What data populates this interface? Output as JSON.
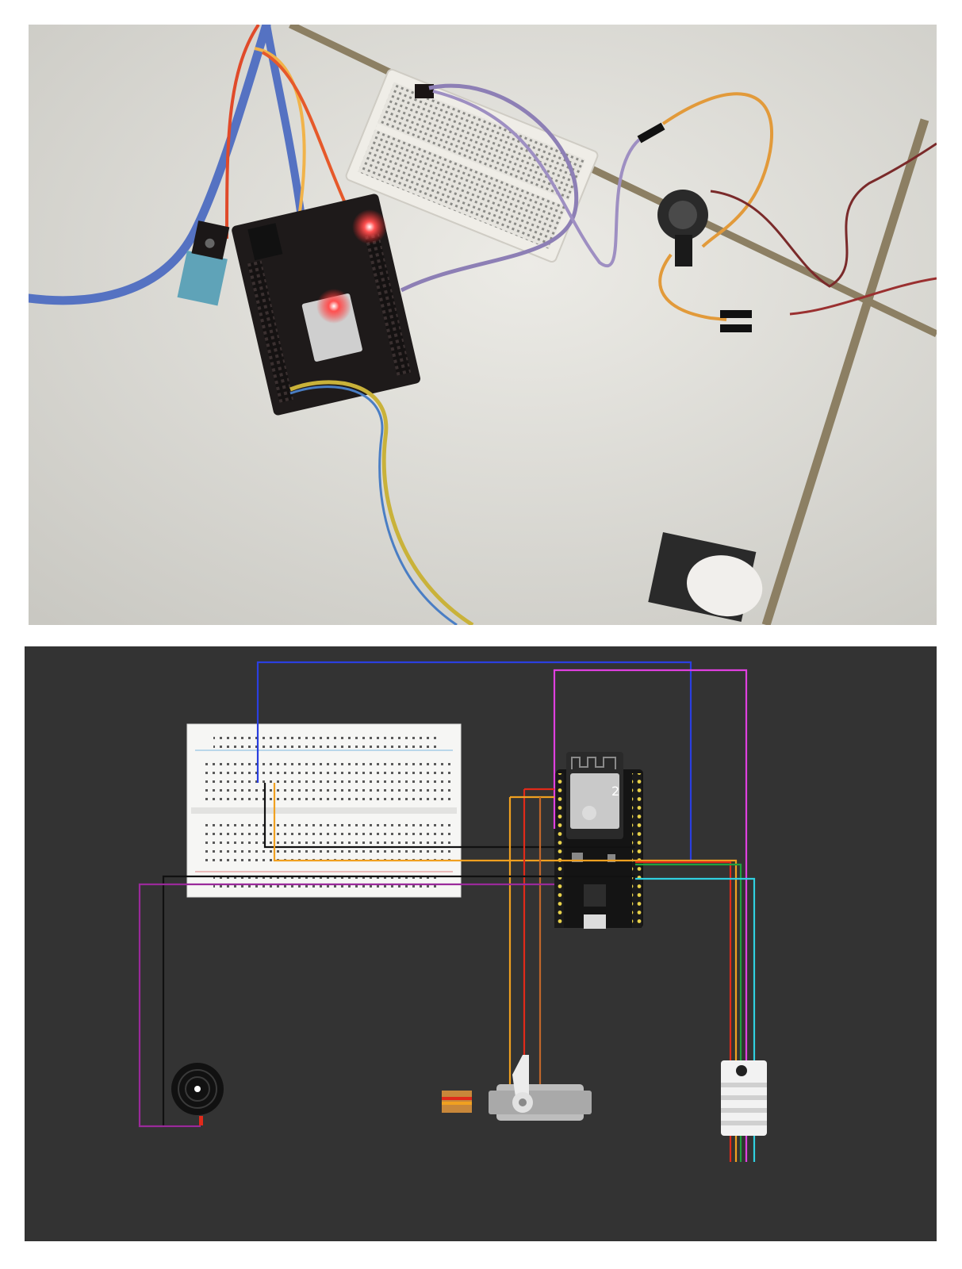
{
  "photo": {
    "description_icon": "photo-icon",
    "colors": {
      "floor": "#d9d9d4",
      "grout": "#8c7f63",
      "board": "#1e1a1a",
      "led": "#ff3b3b",
      "cable": "#5572c2"
    }
  },
  "diagram": {
    "esp32_label": "2",
    "colors": {
      "background": "#333333",
      "wire_blue": "#2a3fe0",
      "wire_magenta": "#e040e0",
      "wire_black": "#111111",
      "wire_orange": "#f0a020",
      "wire_red": "#e02a1a",
      "wire_green": "#1fa040",
      "wire_cyan": "#30d0e0",
      "wire_purple": "#9a2a9a",
      "wire_brown": "#c0662a"
    },
    "components": [
      {
        "name": "breadboard",
        "icon": "breadboard-icon"
      },
      {
        "name": "esp32",
        "icon": "esp32-board-icon"
      },
      {
        "name": "buzzer",
        "icon": "buzzer-icon"
      },
      {
        "name": "servo",
        "icon": "servo-motor-icon"
      },
      {
        "name": "dht22",
        "icon": "dht-sensor-icon"
      }
    ]
  }
}
